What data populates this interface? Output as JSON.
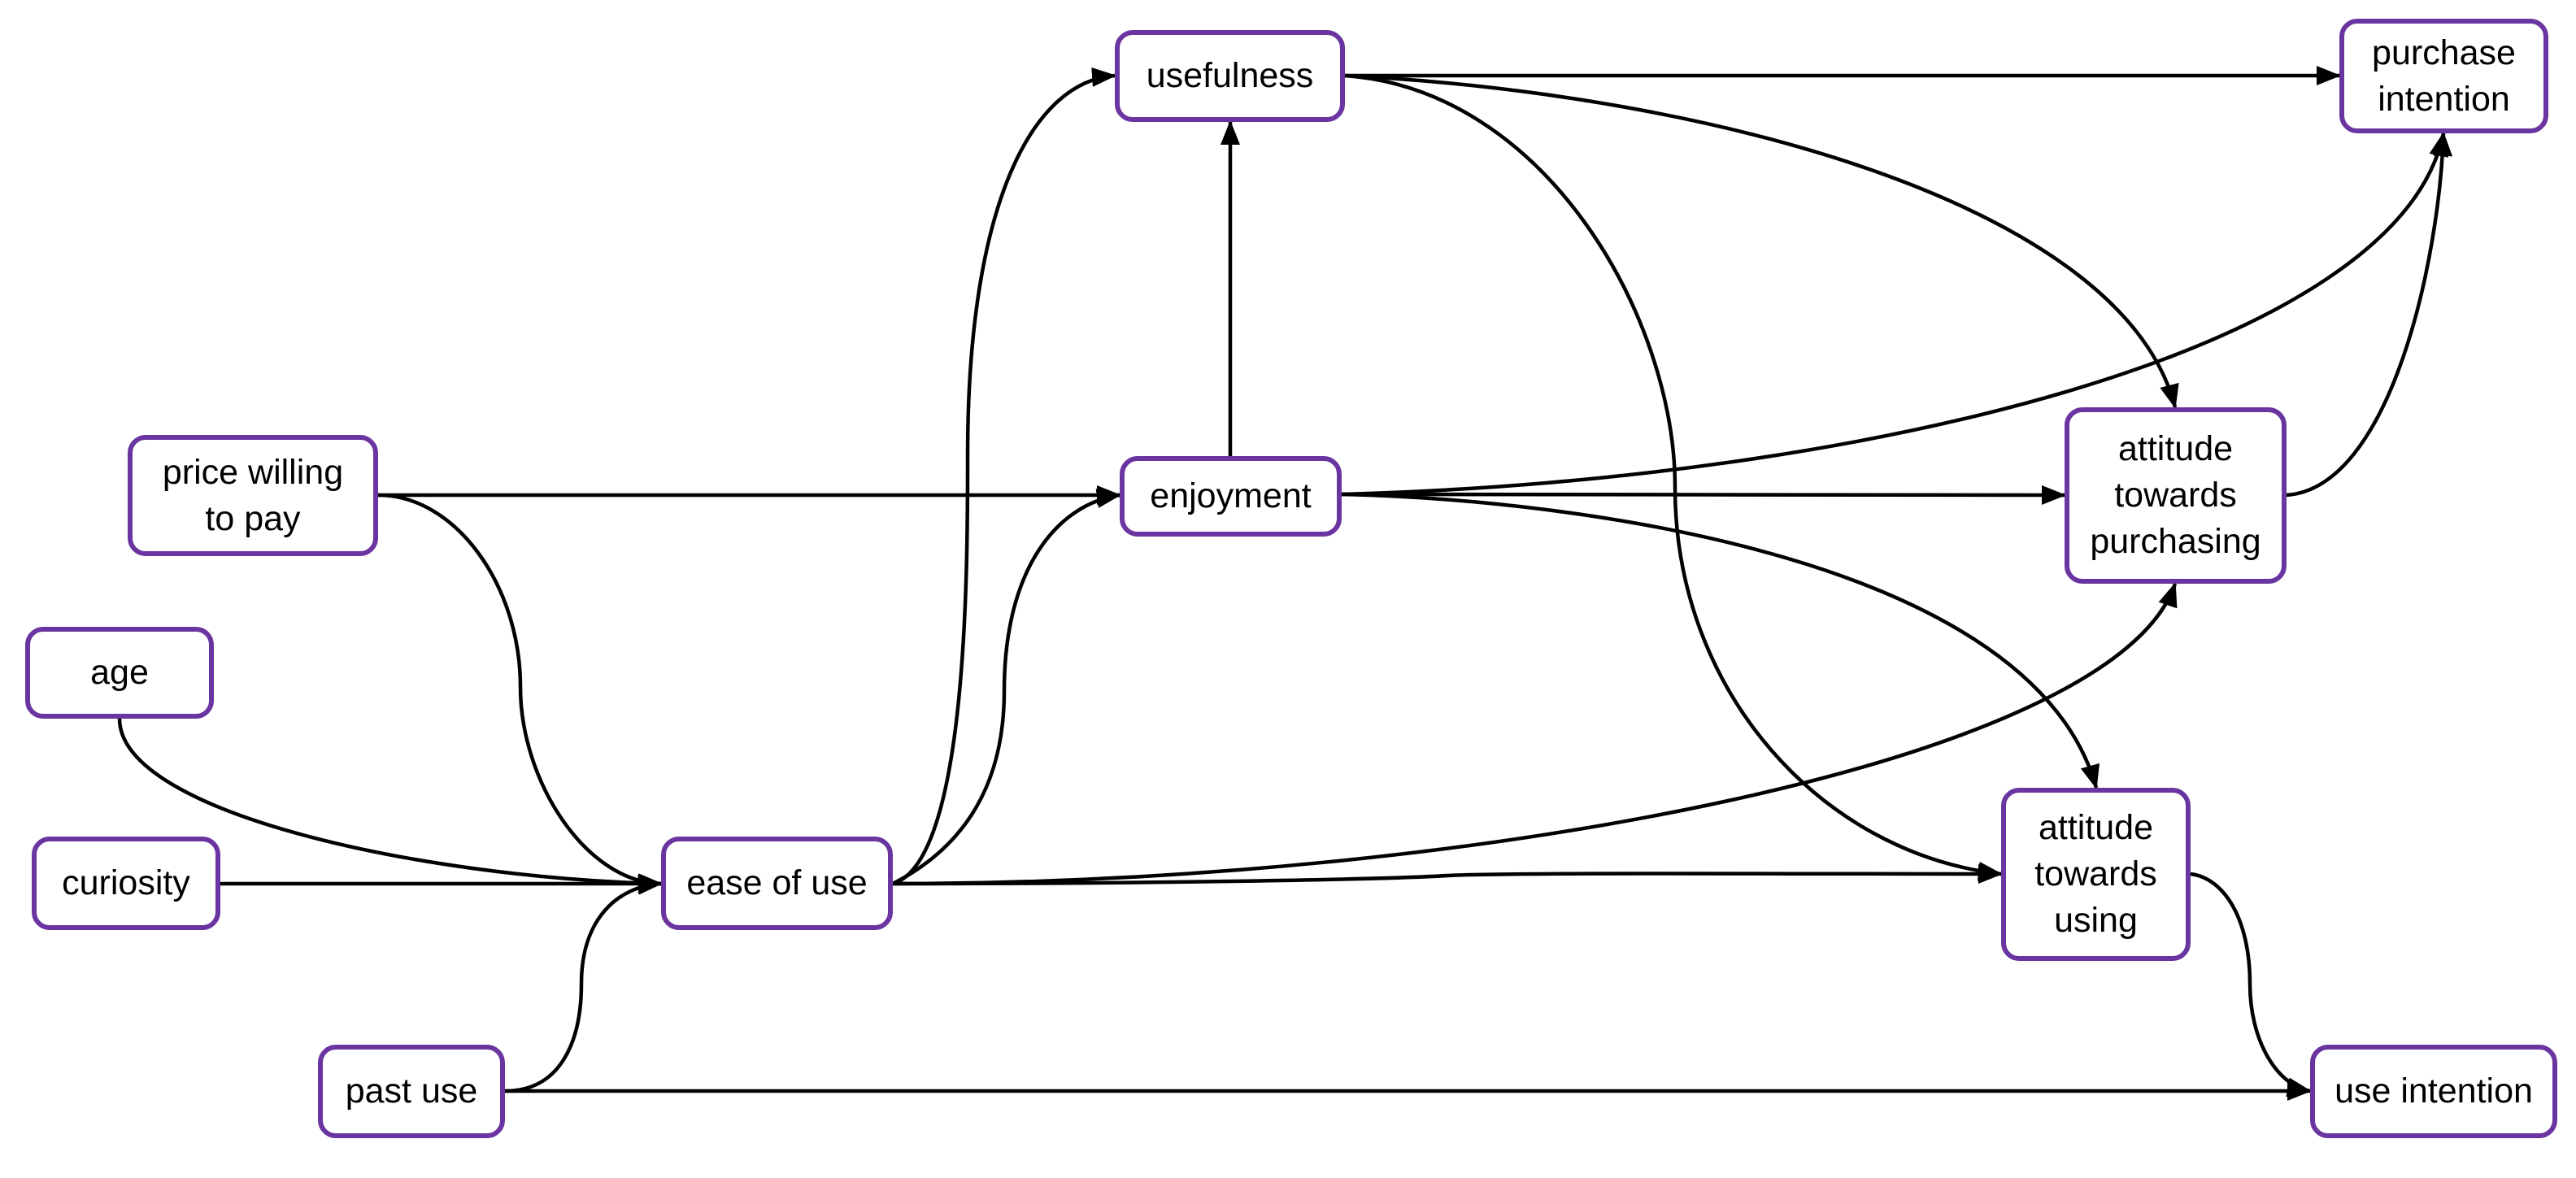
{
  "colors": {
    "node_border": "#6a35a0",
    "edge": "#000000",
    "background": "#ffffff"
  },
  "nodes": {
    "usefulness": "usefulness",
    "purchase_intention": "purchase\nintention",
    "price_willing_to_pay": "price willing\nto pay",
    "enjoyment": "enjoyment",
    "attitude_towards_purchasing": "attitude\ntowards\npurchasing",
    "age": "age",
    "curiosity": "curiosity",
    "ease_of_use": "ease of use",
    "attitude_towards_using": "attitude\ntowards\nusing",
    "past_use": "past use",
    "use_intention": "use intention"
  },
  "edges": [
    {
      "from": "usefulness",
      "to": "purchase_intention"
    },
    {
      "from": "usefulness",
      "to": "attitude_towards_purchasing"
    },
    {
      "from": "usefulness",
      "to": "attitude_towards_using"
    },
    {
      "from": "enjoyment",
      "to": "usefulness"
    },
    {
      "from": "enjoyment",
      "to": "purchase_intention"
    },
    {
      "from": "enjoyment",
      "to": "attitude_towards_purchasing"
    },
    {
      "from": "enjoyment",
      "to": "attitude_towards_using"
    },
    {
      "from": "attitude_towards_purchasing",
      "to": "purchase_intention"
    },
    {
      "from": "price_willing_to_pay",
      "to": "enjoyment"
    },
    {
      "from": "price_willing_to_pay",
      "to": "ease_of_use"
    },
    {
      "from": "age",
      "to": "ease_of_use"
    },
    {
      "from": "curiosity",
      "to": "ease_of_use"
    },
    {
      "from": "past_use",
      "to": "ease_of_use"
    },
    {
      "from": "past_use",
      "to": "use_intention"
    },
    {
      "from": "ease_of_use",
      "to": "usefulness"
    },
    {
      "from": "ease_of_use",
      "to": "enjoyment"
    },
    {
      "from": "ease_of_use",
      "to": "attitude_towards_purchasing"
    },
    {
      "from": "ease_of_use",
      "to": "attitude_towards_using"
    },
    {
      "from": "attitude_towards_using",
      "to": "use_intention"
    }
  ]
}
